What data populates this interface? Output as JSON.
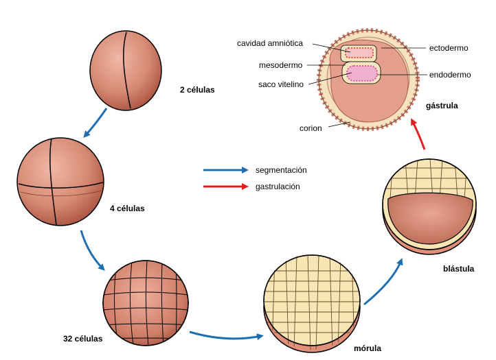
{
  "colors": {
    "segmentation_arrow": "#1f6fb0",
    "gastrulation_arrow": "#e31e1e",
    "cell_fill": "#d9907c",
    "cell_shade": "#b8604c",
    "morula_fill": "#f7e6b4",
    "outline": "#000000"
  },
  "legend": {
    "segmentation": "segmentación",
    "gastrulation": "gastrulación"
  },
  "stages": {
    "two_cells": "2 células",
    "four_cells": "4 células",
    "thirtytwo_cells": "32 células",
    "morula": "mórula",
    "blastula": "blástula",
    "gastrula": "gástrula"
  },
  "gastrula_labels": {
    "amniotic_cavity": "cavidad amniótica",
    "mesoderm": "mesodermo",
    "yolk_sac": "saco vitelino",
    "chorion": "corion",
    "ectoderm": "ectodermo",
    "endoderm": "endodermo"
  }
}
